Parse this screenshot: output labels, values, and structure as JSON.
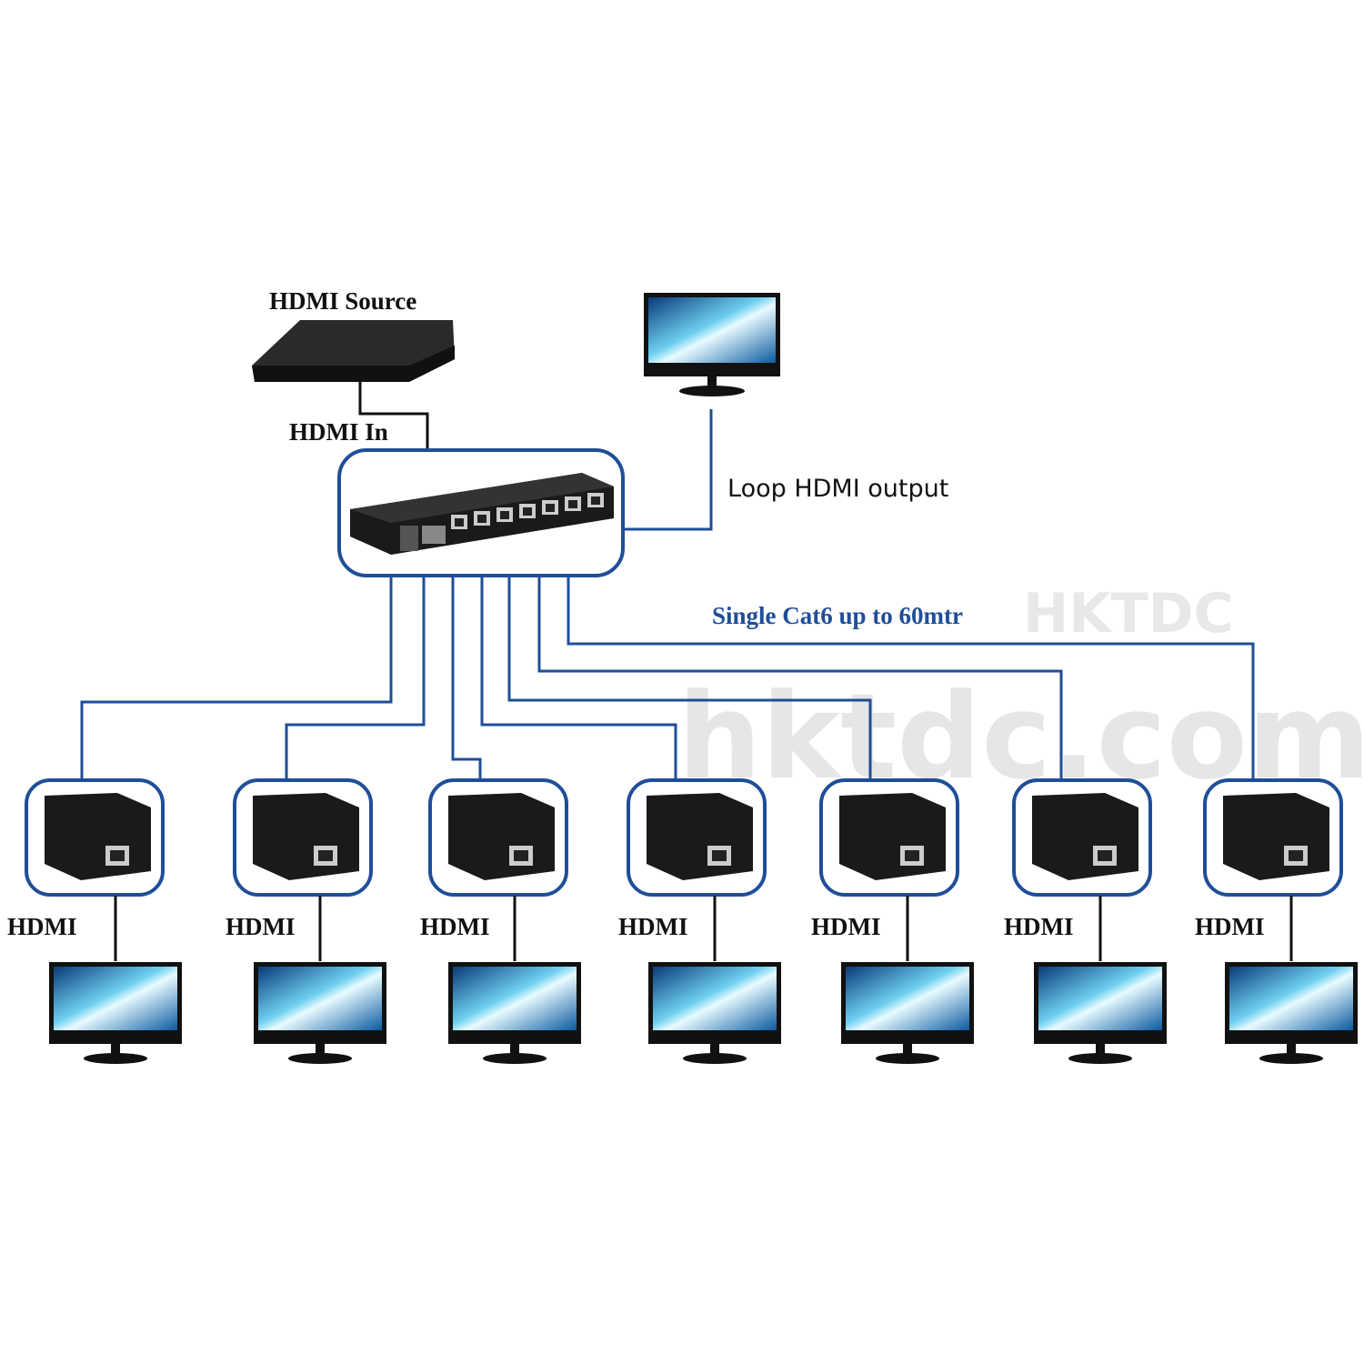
{
  "labels": {
    "source": "HDMI Source",
    "hdmi_in": "HDMI In",
    "loop_output": "Loop HDMI output",
    "cable": "Single Cat6 up to 60mtr",
    "receiver_output": "HDMI"
  },
  "watermark": {
    "logo": "HKTDC",
    "site": "hktdc.com"
  },
  "receiver_count": 7,
  "colors": {
    "cable": "#1f4e99",
    "hdmi_wire": "#111111",
    "cable_label": "#1f4e99",
    "watermark": "#e6e6e6"
  }
}
